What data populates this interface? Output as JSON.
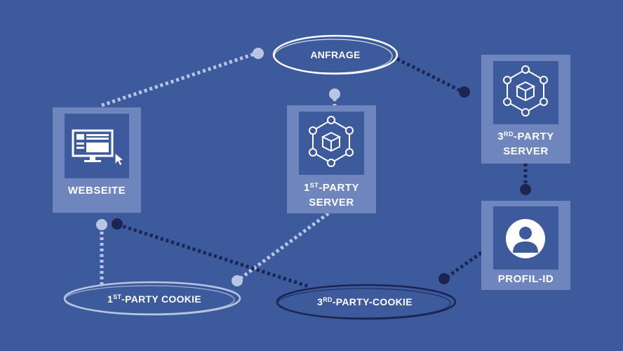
{
  "nodes": {
    "webseite": {
      "label": "WEBSEITE",
      "icon": "website-monitor-icon"
    },
    "first_party_server": {
      "ordinal": "1",
      "ordinal_sup": "ST",
      "label": "-PARTY",
      "label2": "SERVER",
      "icon": "server-network-cube-icon"
    },
    "third_party_server": {
      "ordinal": "3",
      "ordinal_sup": "RD",
      "label": "-PARTY",
      "label2": "SERVER",
      "icon": "server-network-cube-icon"
    },
    "profil_id": {
      "label": "PROFIL-ID",
      "icon": "user-profile-icon"
    }
  },
  "ovals": {
    "anfrage": {
      "label": "ANFRAGE"
    },
    "first_party_cookie": {
      "ordinal": "1",
      "ordinal_sup": "ST",
      "label": "-PARTY COOKIE"
    },
    "third_party_cookie": {
      "ordinal": "3",
      "ordinal_sup": "RD",
      "label": "-PARTY-COOKIE"
    }
  },
  "colors": {
    "background": "#3c5a9c",
    "card": "#6e86bd",
    "light_connector": "#b9c6e3",
    "dark_connector": "#1c2552"
  }
}
